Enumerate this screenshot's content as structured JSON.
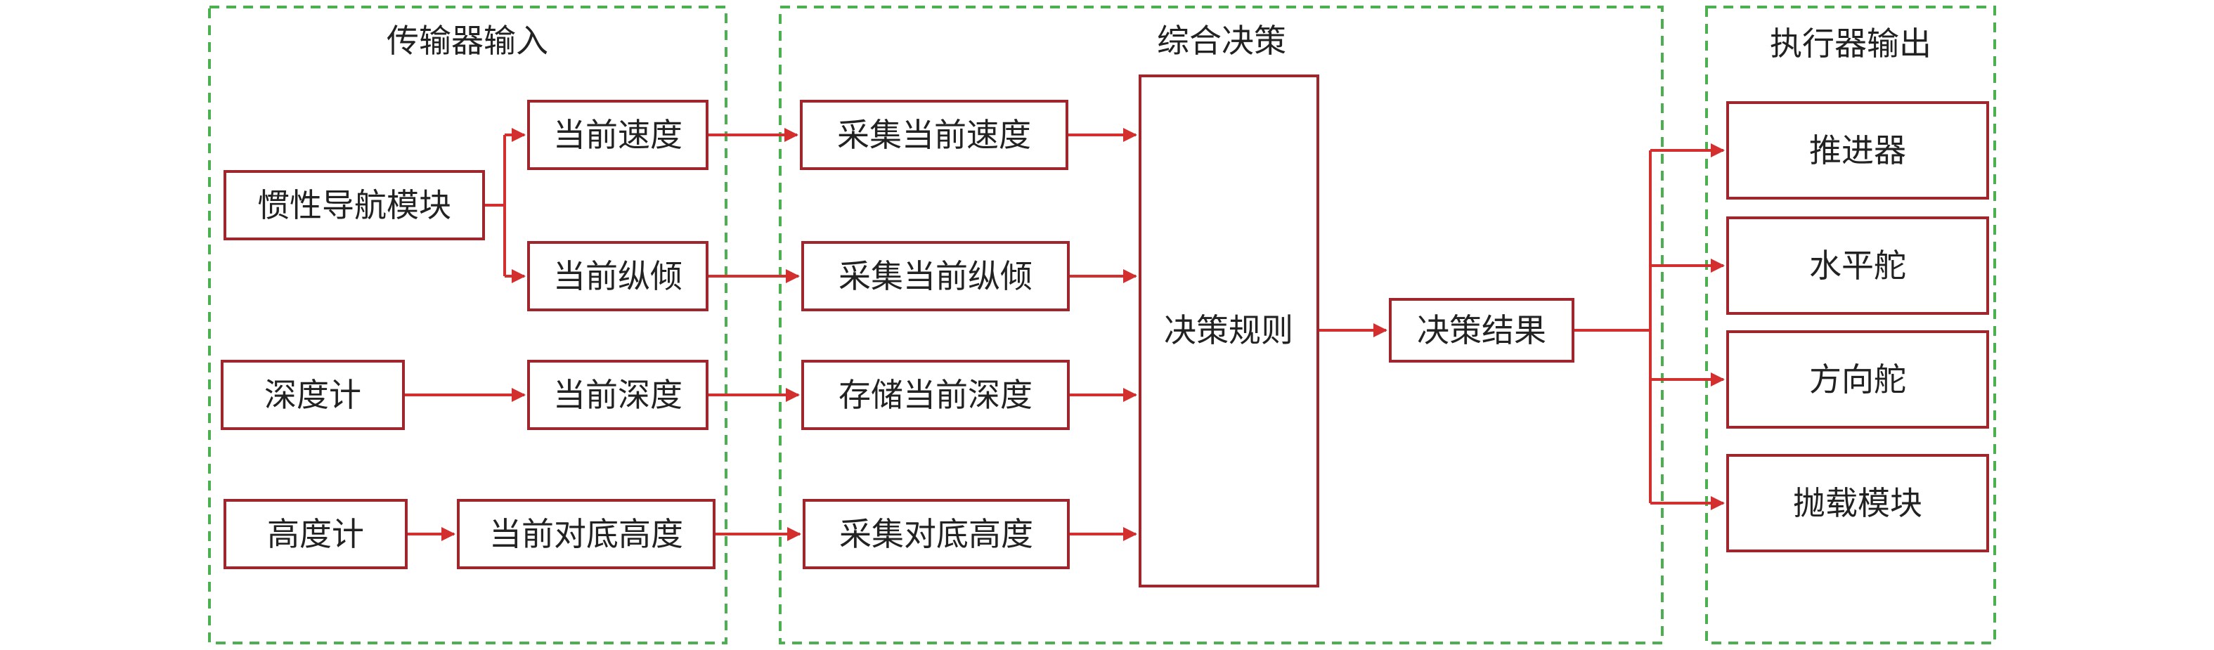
{
  "colors": {
    "group_frame": "#4caf50",
    "node_border": "#a0262e",
    "connector": "#d32f2f",
    "text": "#222222"
  },
  "groups": {
    "sensor_input": "传输器输入",
    "decision": "综合决策",
    "actuator_output": "执行器输出"
  },
  "nodes": {
    "ins": "惯性导航模块",
    "depth_gauge": "深度计",
    "altimeter": "高度计",
    "current_speed": "当前速度",
    "current_pitch": "当前纵倾",
    "current_depth": "当前深度",
    "current_altitude": "当前对底高度",
    "collect_speed": "采集当前速度",
    "collect_pitch": "采集当前纵倾",
    "store_depth": "存储当前深度",
    "collect_altitude": "采集对底高度",
    "decision_rules": "决策规则",
    "decision_result": "决策结果",
    "thruster": "推进器",
    "horizontal_rudder": "水平舵",
    "vertical_rudder": "方向舵",
    "drop_module": "抛载模块"
  }
}
